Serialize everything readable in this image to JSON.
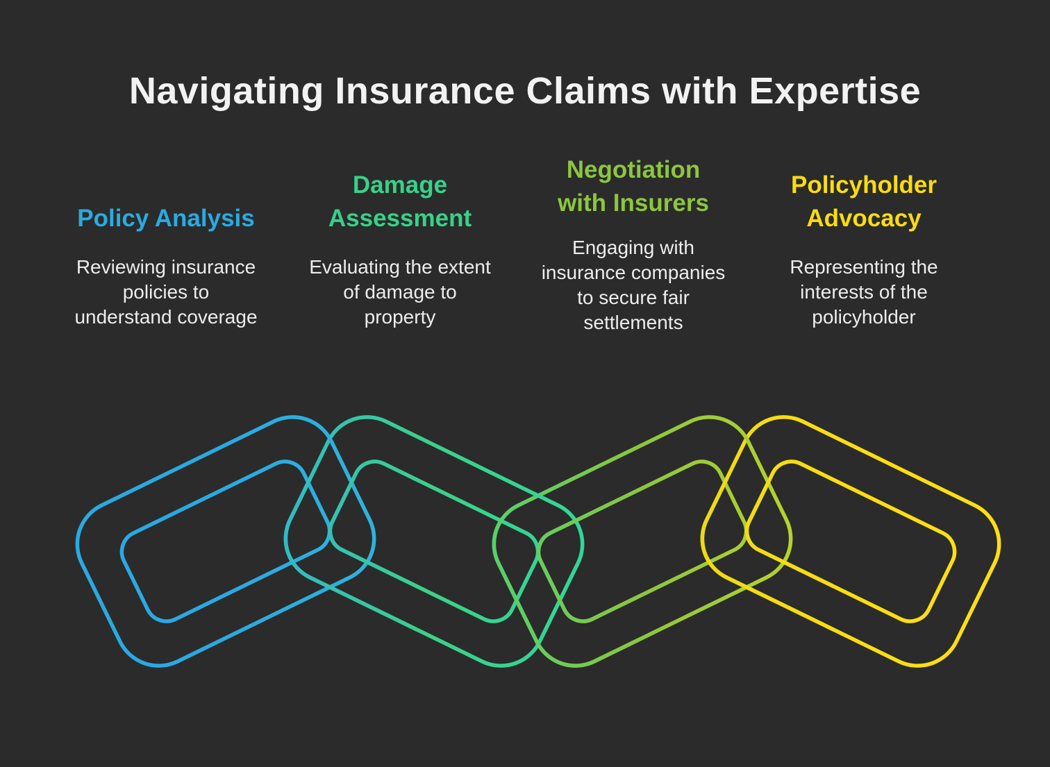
{
  "background": "#2B2B2B",
  "title": {
    "text": "Navigating Insurance Claims with Expertise",
    "color": "#F2F2F2"
  },
  "body_text_color": "#EDEDED",
  "columns": [
    {
      "heading": "Policy Analysis",
      "heading_color": "#29ABE2",
      "body": "Reviewing insurance\npolicies to\nunderstand coverage"
    },
    {
      "heading": "Damage\nAssessment",
      "heading_color": "#37D18A",
      "body": "Evaluating the extent\nof damage to\nproperty"
    },
    {
      "heading": "Negotiation\nwith Insurers",
      "heading_color": "#8CC63F",
      "body": "Engaging with\ninsurance companies\nto secure fair\nsettlements"
    },
    {
      "heading": "Policyholder\nAdvocacy",
      "heading_color": "#F9DC12",
      "body": "Representing the\ninterests of the\npolicyholder"
    }
  ],
  "chain": {
    "links": [
      {
        "name": "chain-link-policy-analysis",
        "gradient": [
          "#2AA9E2",
          "#2AA9E2",
          "#2FB5D9"
        ]
      },
      {
        "name": "chain-link-damage-assessment",
        "gradient": [
          "#31B7CC",
          "#3BD288",
          "#30D79D"
        ]
      },
      {
        "name": "chain-link-negotiation",
        "gradient": [
          "#4ED171",
          "#8CC63F",
          "#BCD52A"
        ]
      },
      {
        "name": "chain-link-advocacy",
        "gradient": [
          "#EBDA15",
          "#FCDD12",
          "#FFDE14"
        ]
      }
    ]
  }
}
